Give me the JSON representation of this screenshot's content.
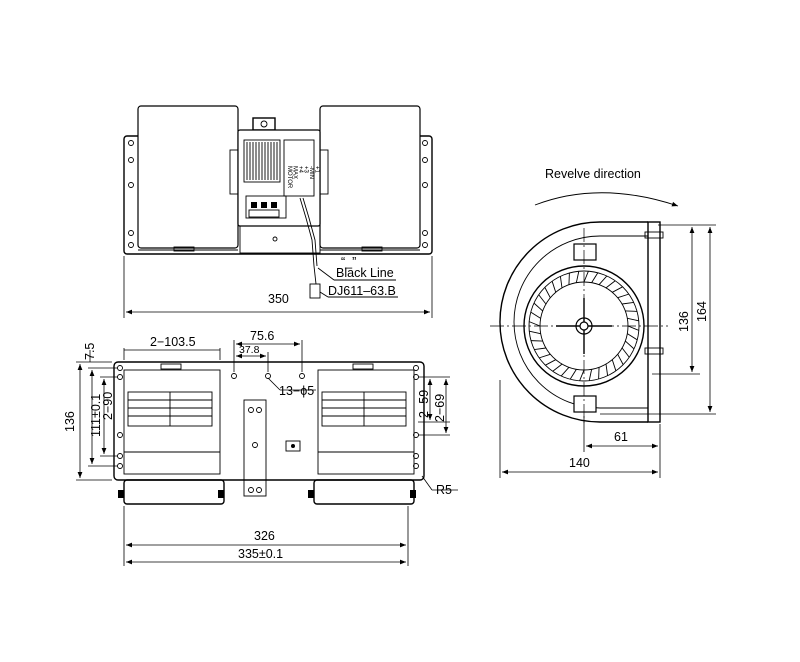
{
  "top_view": {
    "dim_width": "350",
    "label_polarity": "“_”",
    "label_lead": "Black Line",
    "label_connector": "DJ611–63.B",
    "motor_label_lines": [
      "MOTOR",
      "MAX",
      "+4",
      "+3",
      "-MIN",
      "+1"
    ]
  },
  "front_view": {
    "dim_top_left": "2−103.5",
    "dim_center_a": "75.6",
    "dim_center_b": "37.8",
    "dim_holes": "13−ϕ5",
    "dim_left_7_5": "7.5",
    "dim_left_136": "136",
    "dim_left_111": "111±0.1",
    "dim_left_2_90": "2−90",
    "dim_right_2_59": "2−59",
    "dim_right_2_69": "2−69",
    "dim_radius": "R5",
    "dim_bottom_326": "326",
    "dim_bottom_335": "335±0.1"
  },
  "side_view": {
    "label_rotation": "Revelve direction",
    "dim_136": "136",
    "dim_164": "164",
    "dim_61": "61",
    "dim_140": "140"
  }
}
